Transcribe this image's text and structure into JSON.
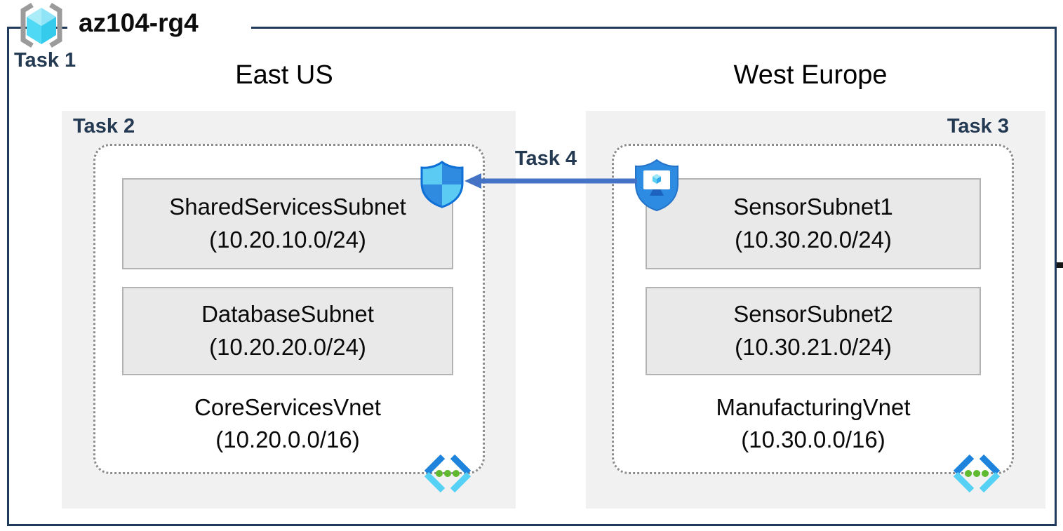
{
  "resource_group": {
    "title": "az104-rg4",
    "task_label": "Task 1"
  },
  "peering": {
    "task_label": "Task 4"
  },
  "regions": [
    {
      "name": "East US",
      "task_label": "Task 2",
      "subnets": [
        {
          "name": "SharedServicesSubnet",
          "cidr": "(10.20.10.0/24)"
        },
        {
          "name": "DatabaseSubnet",
          "cidr": "(10.20.20.0/24)"
        }
      ],
      "vnet": {
        "name": "CoreServicesVnet",
        "cidr": "(10.20.0.0/16)"
      }
    },
    {
      "name": "West Europe",
      "task_label": "Task 3",
      "subnets": [
        {
          "name": "SensorSubnet1",
          "cidr": "(10.30.20.0/24)"
        },
        {
          "name": "SensorSubnet2",
          "cidr": "(10.30.21.0/24)"
        }
      ],
      "vnet": {
        "name": "ManufacturingVnet",
        "cidr": "(10.30.0.0/16)"
      }
    }
  ],
  "icons": {
    "resource_group": "resource-group-icon",
    "network_security_group": "nsg-shield-icon",
    "bastion": "bastion-shield-icon",
    "virtual_network": "virtual-network-icon"
  },
  "colors": {
    "frame_navy": "#1f3a5a",
    "task_label_navy": "#243a52",
    "region_box_bg": "#f1f1f2",
    "subnet_box_bg": "#e9e9ea",
    "subnet_box_border": "#b3b3b3",
    "dotted_border_gray": "#8c8c8c",
    "arrow_blue": "#4472c4",
    "shield_light_blue": "#5bcbf4",
    "shield_dark_blue": "#2f8be0",
    "shield_outline": "#0e6fd6",
    "bastion_fill": "#2e8be2",
    "vnet_bracket_dark": "#1e83dc",
    "vnet_bracket_light": "#54d1f5",
    "vnet_dot_green": "#5fba2f"
  }
}
